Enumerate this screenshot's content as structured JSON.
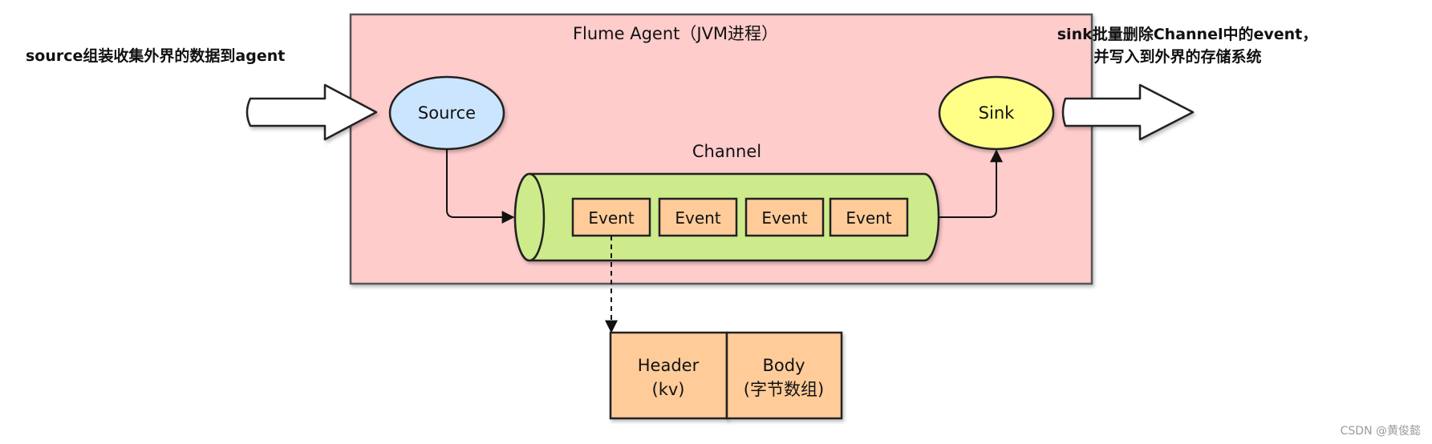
{
  "agent": {
    "title": "Flume Agent（JVM进程）",
    "fill": "#ffcccc",
    "border": "#555555"
  },
  "source": {
    "label": "Source",
    "fill": "#cce5ff"
  },
  "sink": {
    "label": "Sink",
    "fill": "#ffff88"
  },
  "channel": {
    "label": "Channel",
    "fill": "#cdeb8b",
    "events": [
      "Event",
      "Event",
      "Event",
      "Event"
    ]
  },
  "event_fill": "#ffcc99",
  "event_detail": {
    "header_line1": "Header",
    "header_line2": "(kv)",
    "body_line1": "Body",
    "body_line2": "(字节数组)"
  },
  "annotations": {
    "left": "source组装收集外界的数据到agent",
    "right_line1": "sink批量删除Channel中的event，",
    "right_line2": "并写入到外界的存储系统"
  },
  "watermark": "CSDN @黄俊懿"
}
